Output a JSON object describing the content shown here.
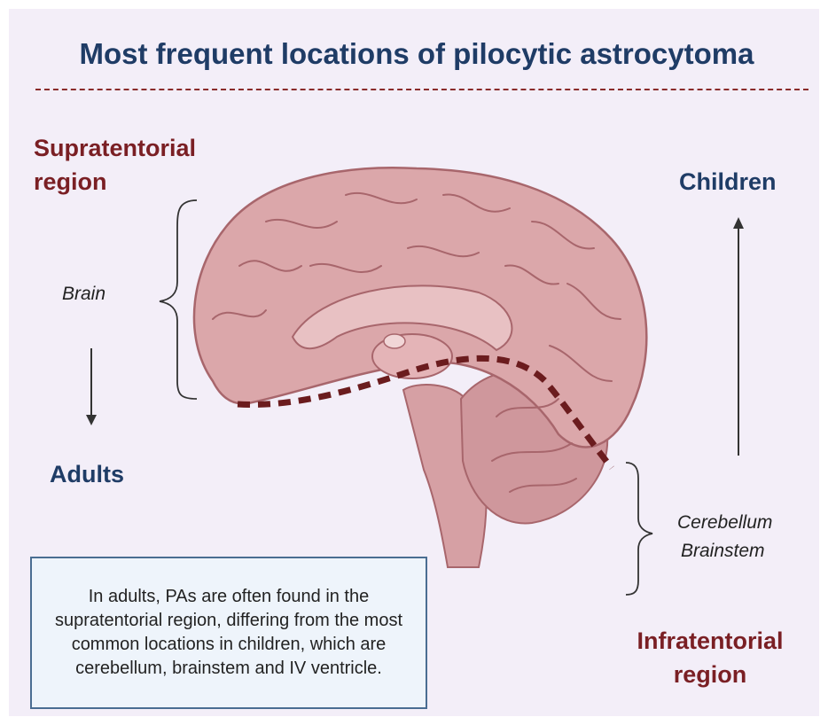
{
  "title": "Most frequent locations of pilocytic astrocytoma",
  "supratentorial": {
    "line1": "Supratentorial",
    "line2": "region"
  },
  "brain_label": "Brain",
  "adults_label": "Adults",
  "children_label": "Children",
  "infratentorial": {
    "line1": "Infratentorial",
    "line2": "region"
  },
  "posterior_labels": {
    "line1": "Cerebellum",
    "line2": "Brainstem"
  },
  "note": "In adults, PAs are often found in the supratentorial region, differing from the most common locations in children, which are cerebellum, brainstem and IV ventricle.",
  "colors": {
    "title": "#1f3c66",
    "region": "#7a1f24",
    "brain": "#d9a3a6",
    "brain_outline": "#a8666c",
    "tentorium_line": "#6b1c1e",
    "background": "#f3eef8",
    "note_background": "#eef4fb",
    "note_border": "#4a6d92"
  },
  "icons": [
    "brace-icon",
    "arrow-down-icon",
    "arrow-up-icon",
    "brain-illustration"
  ]
}
